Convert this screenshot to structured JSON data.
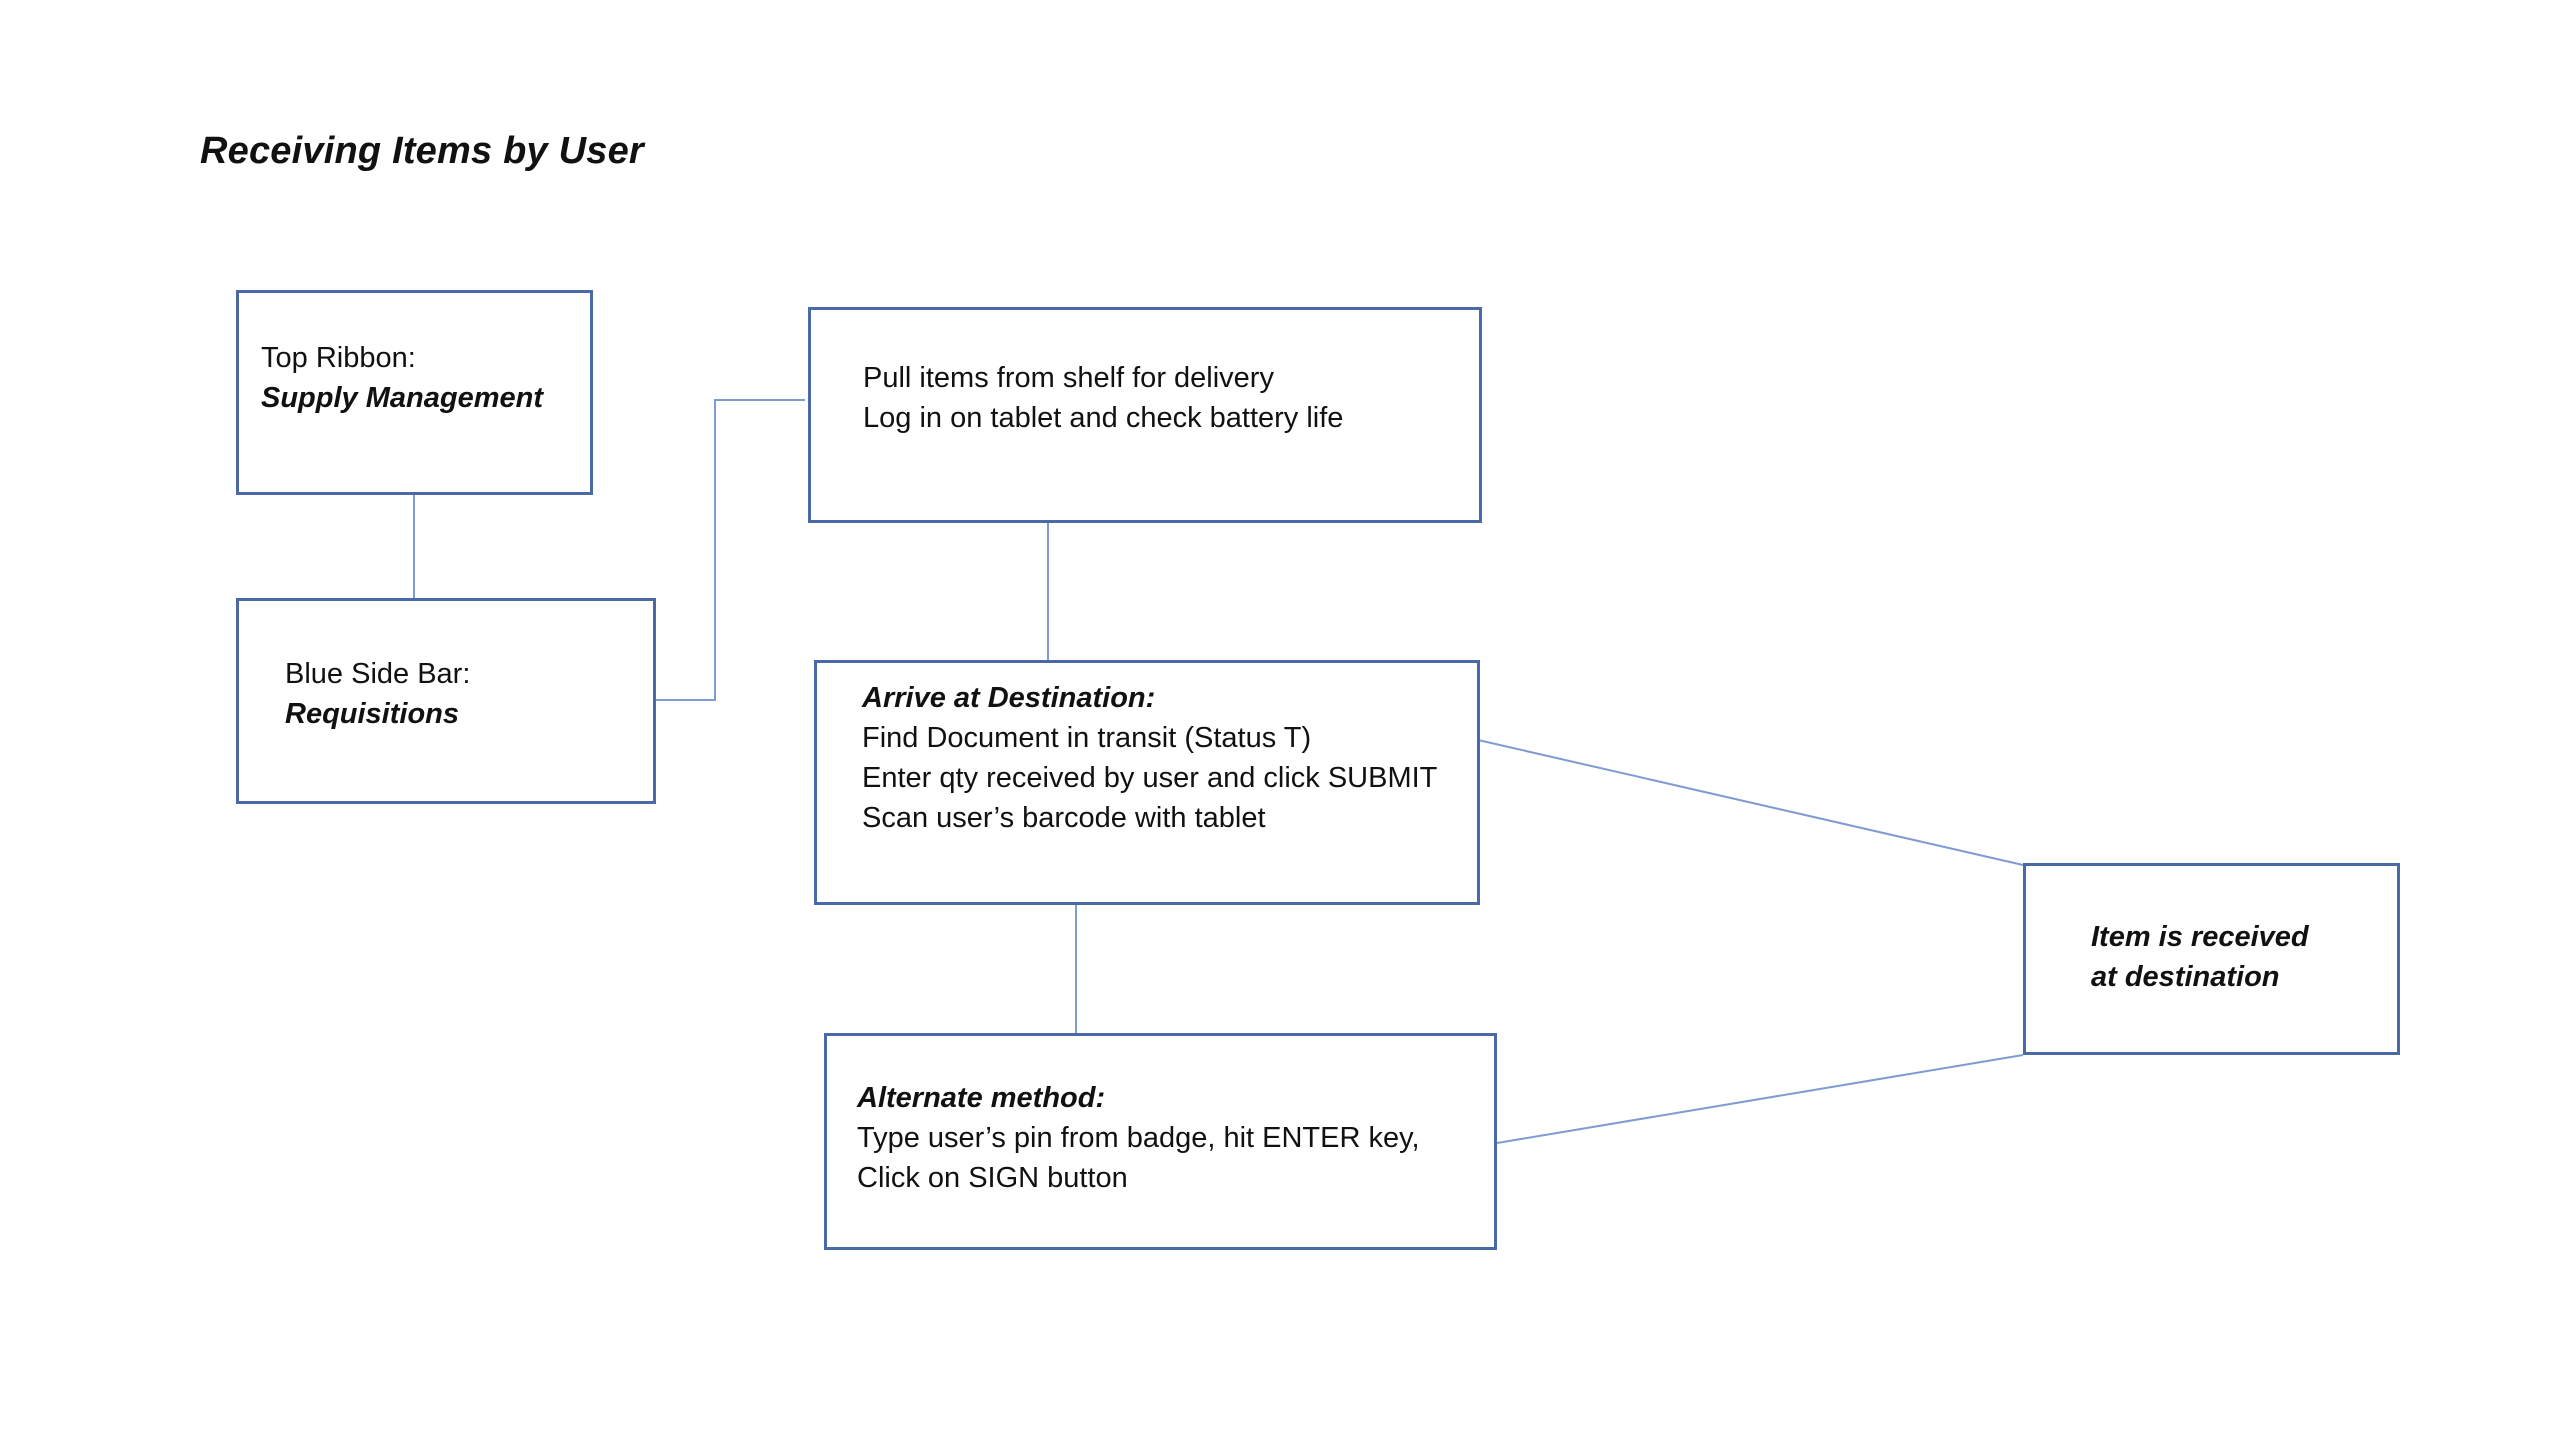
{
  "title": "Receiving Items by User",
  "nodes": {
    "top_ribbon": {
      "label": "Top Ribbon:",
      "value": "Supply Management"
    },
    "side_bar": {
      "label": "Blue Side Bar:",
      "value": "Requisitions"
    },
    "pull_items": {
      "lines": [
        "Pull items from shelf for delivery",
        "Log in on tablet and check battery life"
      ]
    },
    "arrive": {
      "heading": "Arrive at Destination:",
      "lines": [
        "Find Document in transit (Status T)",
        "Enter qty received by user and click SUBMIT",
        "Scan user’s barcode with tablet"
      ]
    },
    "alternate": {
      "heading": "Alternate method:",
      "lines": [
        "Type user’s pin from badge, hit ENTER key,",
        "Click on SIGN button"
      ]
    },
    "received": {
      "lines": [
        "Item is received",
        "at destination"
      ]
    }
  },
  "colors": {
    "border": "#4a6aa6",
    "connector": "#7f9bd1"
  }
}
